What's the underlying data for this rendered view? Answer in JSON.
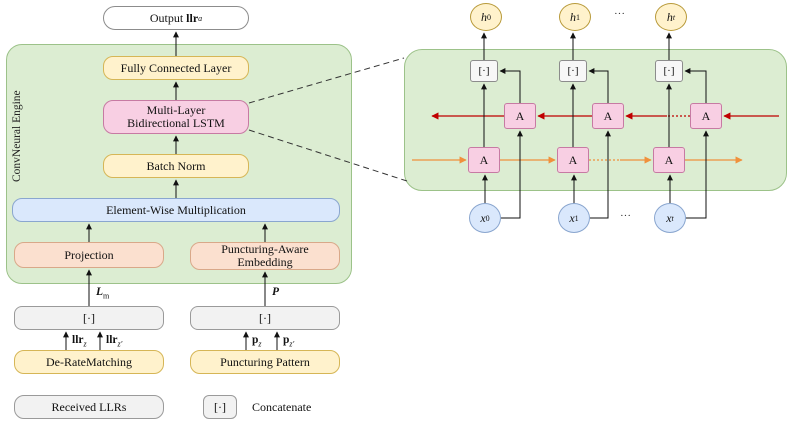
{
  "left": {
    "output_text": "Output ",
    "output_bold": "llr",
    "output_sub": "a",
    "fc_layer": "Fully Connected Layer",
    "lstm_line1": "Multi-Layer",
    "lstm_line2": "Bidirectional LSTM",
    "batch_norm": "Batch Norm",
    "elementwise": "Element-Wise Multiplication",
    "projection": "Projection",
    "pae_line1": "Puncturing-Aware",
    "pae_line2": "Embedding",
    "engine_label": "ConvNeural Engine",
    "l_label": "L",
    "l_sub": "m",
    "p_label": "P",
    "concat_symbol": "[·]",
    "llr_z": "llr",
    "llr_z_sub": "z",
    "llr_zp_sub": "z'",
    "p_z": "p",
    "p_z_sub": "z",
    "p_zp_sub": "z'",
    "derate": "De-RateMatching",
    "punct_pattern": "Puncturing Pattern",
    "received": "Received LLRs",
    "legend_text": "Concatenate"
  },
  "right": {
    "h_nodes": [
      {
        "base": "h",
        "sub": "0"
      },
      {
        "base": "h",
        "sub": "1"
      },
      {
        "base": "h",
        "sub": "t"
      }
    ],
    "x_nodes": [
      {
        "base": "x",
        "sub": "0"
      },
      {
        "base": "x",
        "sub": "1"
      },
      {
        "base": "x",
        "sub": "t"
      }
    ],
    "cell_label": "A",
    "concat_symbol": "[·]",
    "ellipsis": "···"
  },
  "colors": {
    "forward_arrow": "#f0913c",
    "backward_arrow": "#c00000",
    "panel_fill": "#dcedd2"
  }
}
